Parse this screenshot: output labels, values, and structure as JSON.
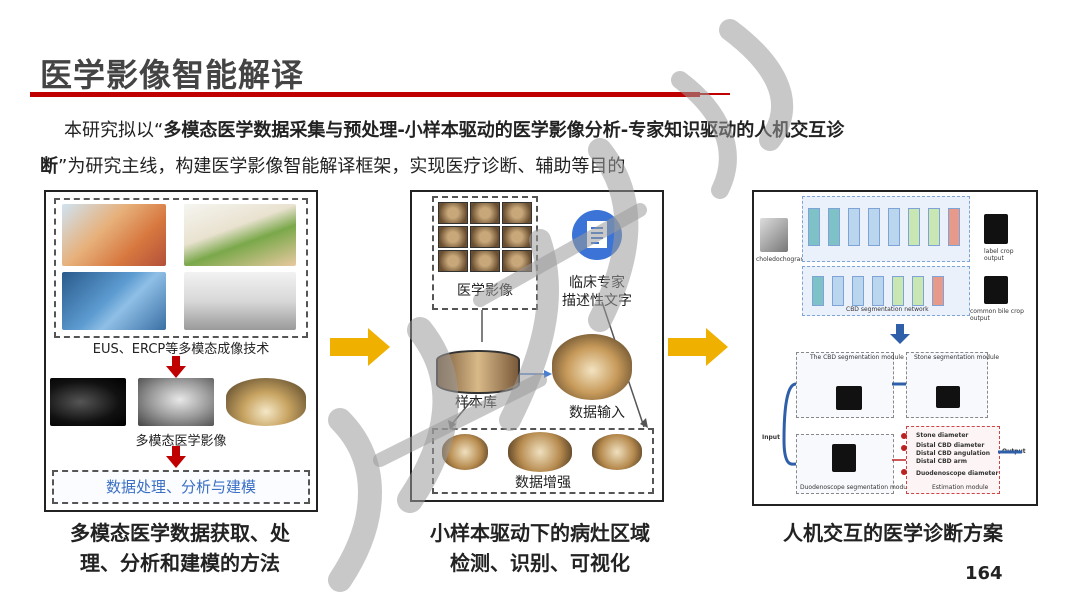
{
  "header": {
    "title": "医学影像智能解译"
  },
  "intro": {
    "prefix": "本研究拟以“",
    "bold_line1": "多模态医学数据采集与预处理-小样本驱动的医学影像分析-专家知识驱动的人机交互诊",
    "bold_line2": "断",
    "suffix": "”为研究主线，构建医学影像智能解译框架，实现医疗诊断、辅助等目的"
  },
  "panel1": {
    "caption_top": "EUS、ERCP等多模态成像技术",
    "caption_middle": "多模态医学影像",
    "process_box": "数据处理、分析与建模",
    "bottom_line1": "多模态医学数据获取、处",
    "bottom_line2": "理、分析和建模的方法"
  },
  "panel2": {
    "label_images": "医学影像",
    "label_expert_line1": "临床专家",
    "label_expert_line2": "描述性文字",
    "label_sample_lib": "样本库",
    "label_data_input": "数据输入",
    "label_augment": "数据增强",
    "bottom_line1": "小样本驱动下的病灶区域",
    "bottom_line2": "检测、识别、可视化"
  },
  "panel3": {
    "bottom_line1": "人机交互的医学诊断方案",
    "tiny_labels": {
      "choledoch": "choledochogram",
      "cbd_seg": "CBD segmentation network",
      "output1": "label crop output",
      "output2": "common bile crop output",
      "input": "Input",
      "output": "Output",
      "stone_diam": "Stone diameter",
      "distal_diam": "Distal CBD diameter",
      "distal_ang": "Distal CBD angulation",
      "distal_arm": "Distal CBD arm",
      "duod_diam": "Duodenoscope diameter",
      "duod_seg": "Duodenoscope segmentation module",
      "cbd_module": "The CBD segmentation module",
      "stone_module": "Stone segmentation module",
      "estimation": "Estimation module"
    }
  },
  "footer": {
    "page_number": "164"
  },
  "colors": {
    "accent_red": "#c00000",
    "arrow_gold": "#f0b000",
    "process_blue": "#3b6fc4",
    "network_blue": "#2e5fa8"
  }
}
